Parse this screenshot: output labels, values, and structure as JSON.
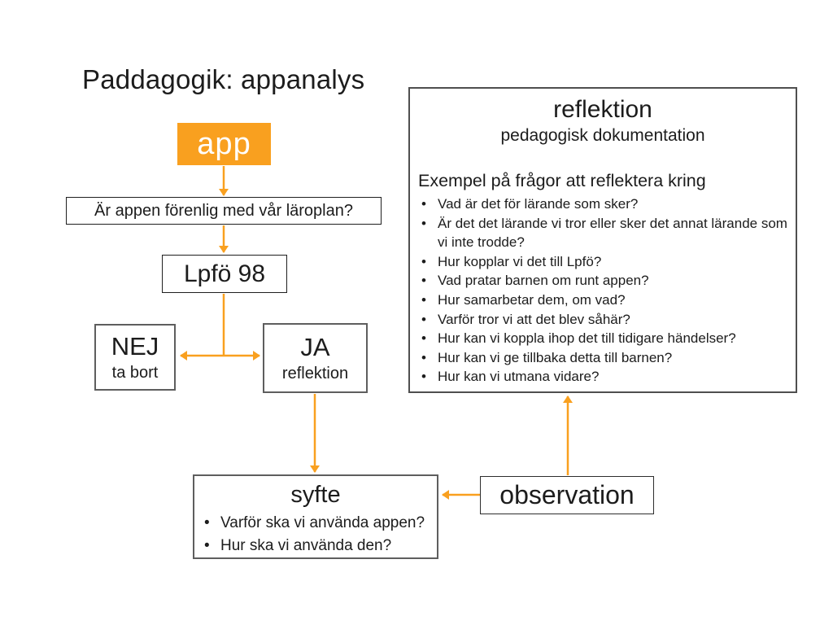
{
  "slide_title": "Paddagogik: appanalys",
  "accent_color": "#F9A01F",
  "text_color": "#1c1c1c",
  "nodes": {
    "app": {
      "label": "app",
      "fill": "#F9A01F"
    },
    "question": {
      "label": "Är appen förenlig med vår läroplan?"
    },
    "lpfo": {
      "label": "Lpfö 98"
    },
    "nej": {
      "label": "NEJ",
      "sublabel": "ta bort"
    },
    "ja": {
      "label": "JA",
      "sublabel": "reflektion"
    },
    "syfte": {
      "label": "syfte",
      "bullets": [
        "Varför ska vi använda appen?",
        "Hur ska vi använda den?"
      ]
    },
    "observation": {
      "label": "observation"
    },
    "reflektion": {
      "label": "reflektion",
      "sublabel": "pedagogisk dokumentation",
      "heading": "Exempel på frågor att reflektera kring",
      "bullets": [
        "Vad är det för lärande som sker?",
        "Är det det lärande vi tror eller sker det annat lärande som vi inte trodde?",
        "Hur kopplar vi det till Lpfö?",
        "Vad pratar barnen om runt appen?",
        "Hur samarbetar dem, om vad?",
        "Varför tror vi att det blev såhär?",
        "Hur kan vi koppla ihop det till tidigare händelser?",
        "Hur kan vi ge tillbaka detta till barnen?",
        "Hur kan vi utmana vidare?"
      ]
    }
  },
  "connections": [
    {
      "from": "app",
      "to": "question",
      "arrow": "down"
    },
    {
      "from": "question",
      "to": "lpfo",
      "arrow": "down"
    },
    {
      "from": "lpfo",
      "to": "nej",
      "arrow": "left"
    },
    {
      "from": "lpfo",
      "to": "ja",
      "arrow": "right"
    },
    {
      "from": "ja",
      "to": "syfte",
      "arrow": "down"
    },
    {
      "from": "observation",
      "to": "syfte",
      "arrow": "left"
    },
    {
      "from": "observation",
      "to": "reflektion",
      "arrow": "up"
    }
  ]
}
